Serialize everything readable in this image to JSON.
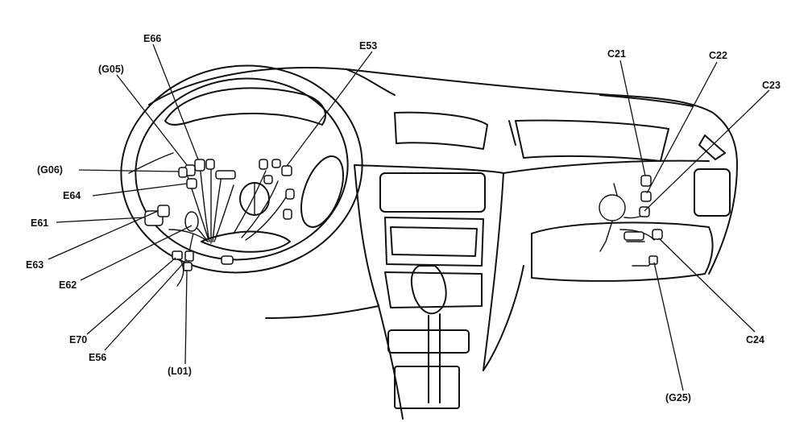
{
  "labels": {
    "e66": "E66",
    "g05": "(G05)",
    "g06": "(G06)",
    "e64": "E64",
    "e61": "E61",
    "e63": "E63",
    "e62": "E62",
    "e70": "E70",
    "e56": "E56",
    "l01": "(L01)",
    "e53": "E53",
    "c21": "C21",
    "c22": "C22",
    "c23": "C23",
    "c24": "C24",
    "g25": "(G25)"
  }
}
